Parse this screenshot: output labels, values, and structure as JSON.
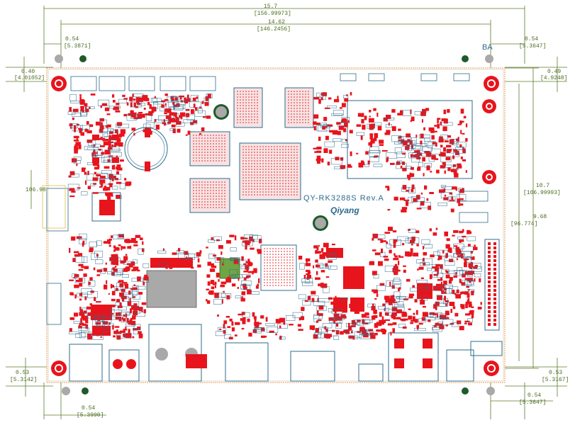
{
  "board": {
    "model_label": "QY-RK3288S Rev.A",
    "brand_logo": "Qiyang",
    "corner_label_ba": "BA"
  },
  "dimensions": {
    "top_overall": "15.7",
    "top_overall_mm": "[156.99973]",
    "top_inner": "14.62",
    "top_inner_mm": "[146.2456]",
    "top_left_hole": "0.54",
    "top_left_hole_mm": "[5.3871]",
    "top_right_hole": "0.54",
    "top_right_hole_mm": "[5.3647]",
    "left_top_offset": "0.40",
    "left_top_offset_mm": "[4.01052]",
    "right_top_offset": "0.49",
    "right_top_offset_mm": "[4.9248]",
    "right_height": "10.7",
    "right_height_mm": "[106.99993]",
    "right_inner": "9.68",
    "right_inner_mm": "[96.774]",
    "left_mid": "106.98",
    "bottom_left_offset": "0.53",
    "bottom_left_offset_mm": "[5.3142]",
    "bottom_right_offset": "0.53",
    "bottom_right_offset_mm": "[5.3167]",
    "bottom_left_hole": "0.54",
    "bottom_left_hole_mm": "[5.3990]",
    "bottom_right_hole": "0.54",
    "bottom_right_hole_mm": "[5.3647]"
  },
  "colors": {
    "pad_red": "#e8141c",
    "silkscreen": "#2d6b8c",
    "outline_green": "#5b7a2a",
    "board_edge_orange": "#e0a060",
    "hole_grey": "#a9a9a9",
    "via_green": "#1f5a2a"
  }
}
